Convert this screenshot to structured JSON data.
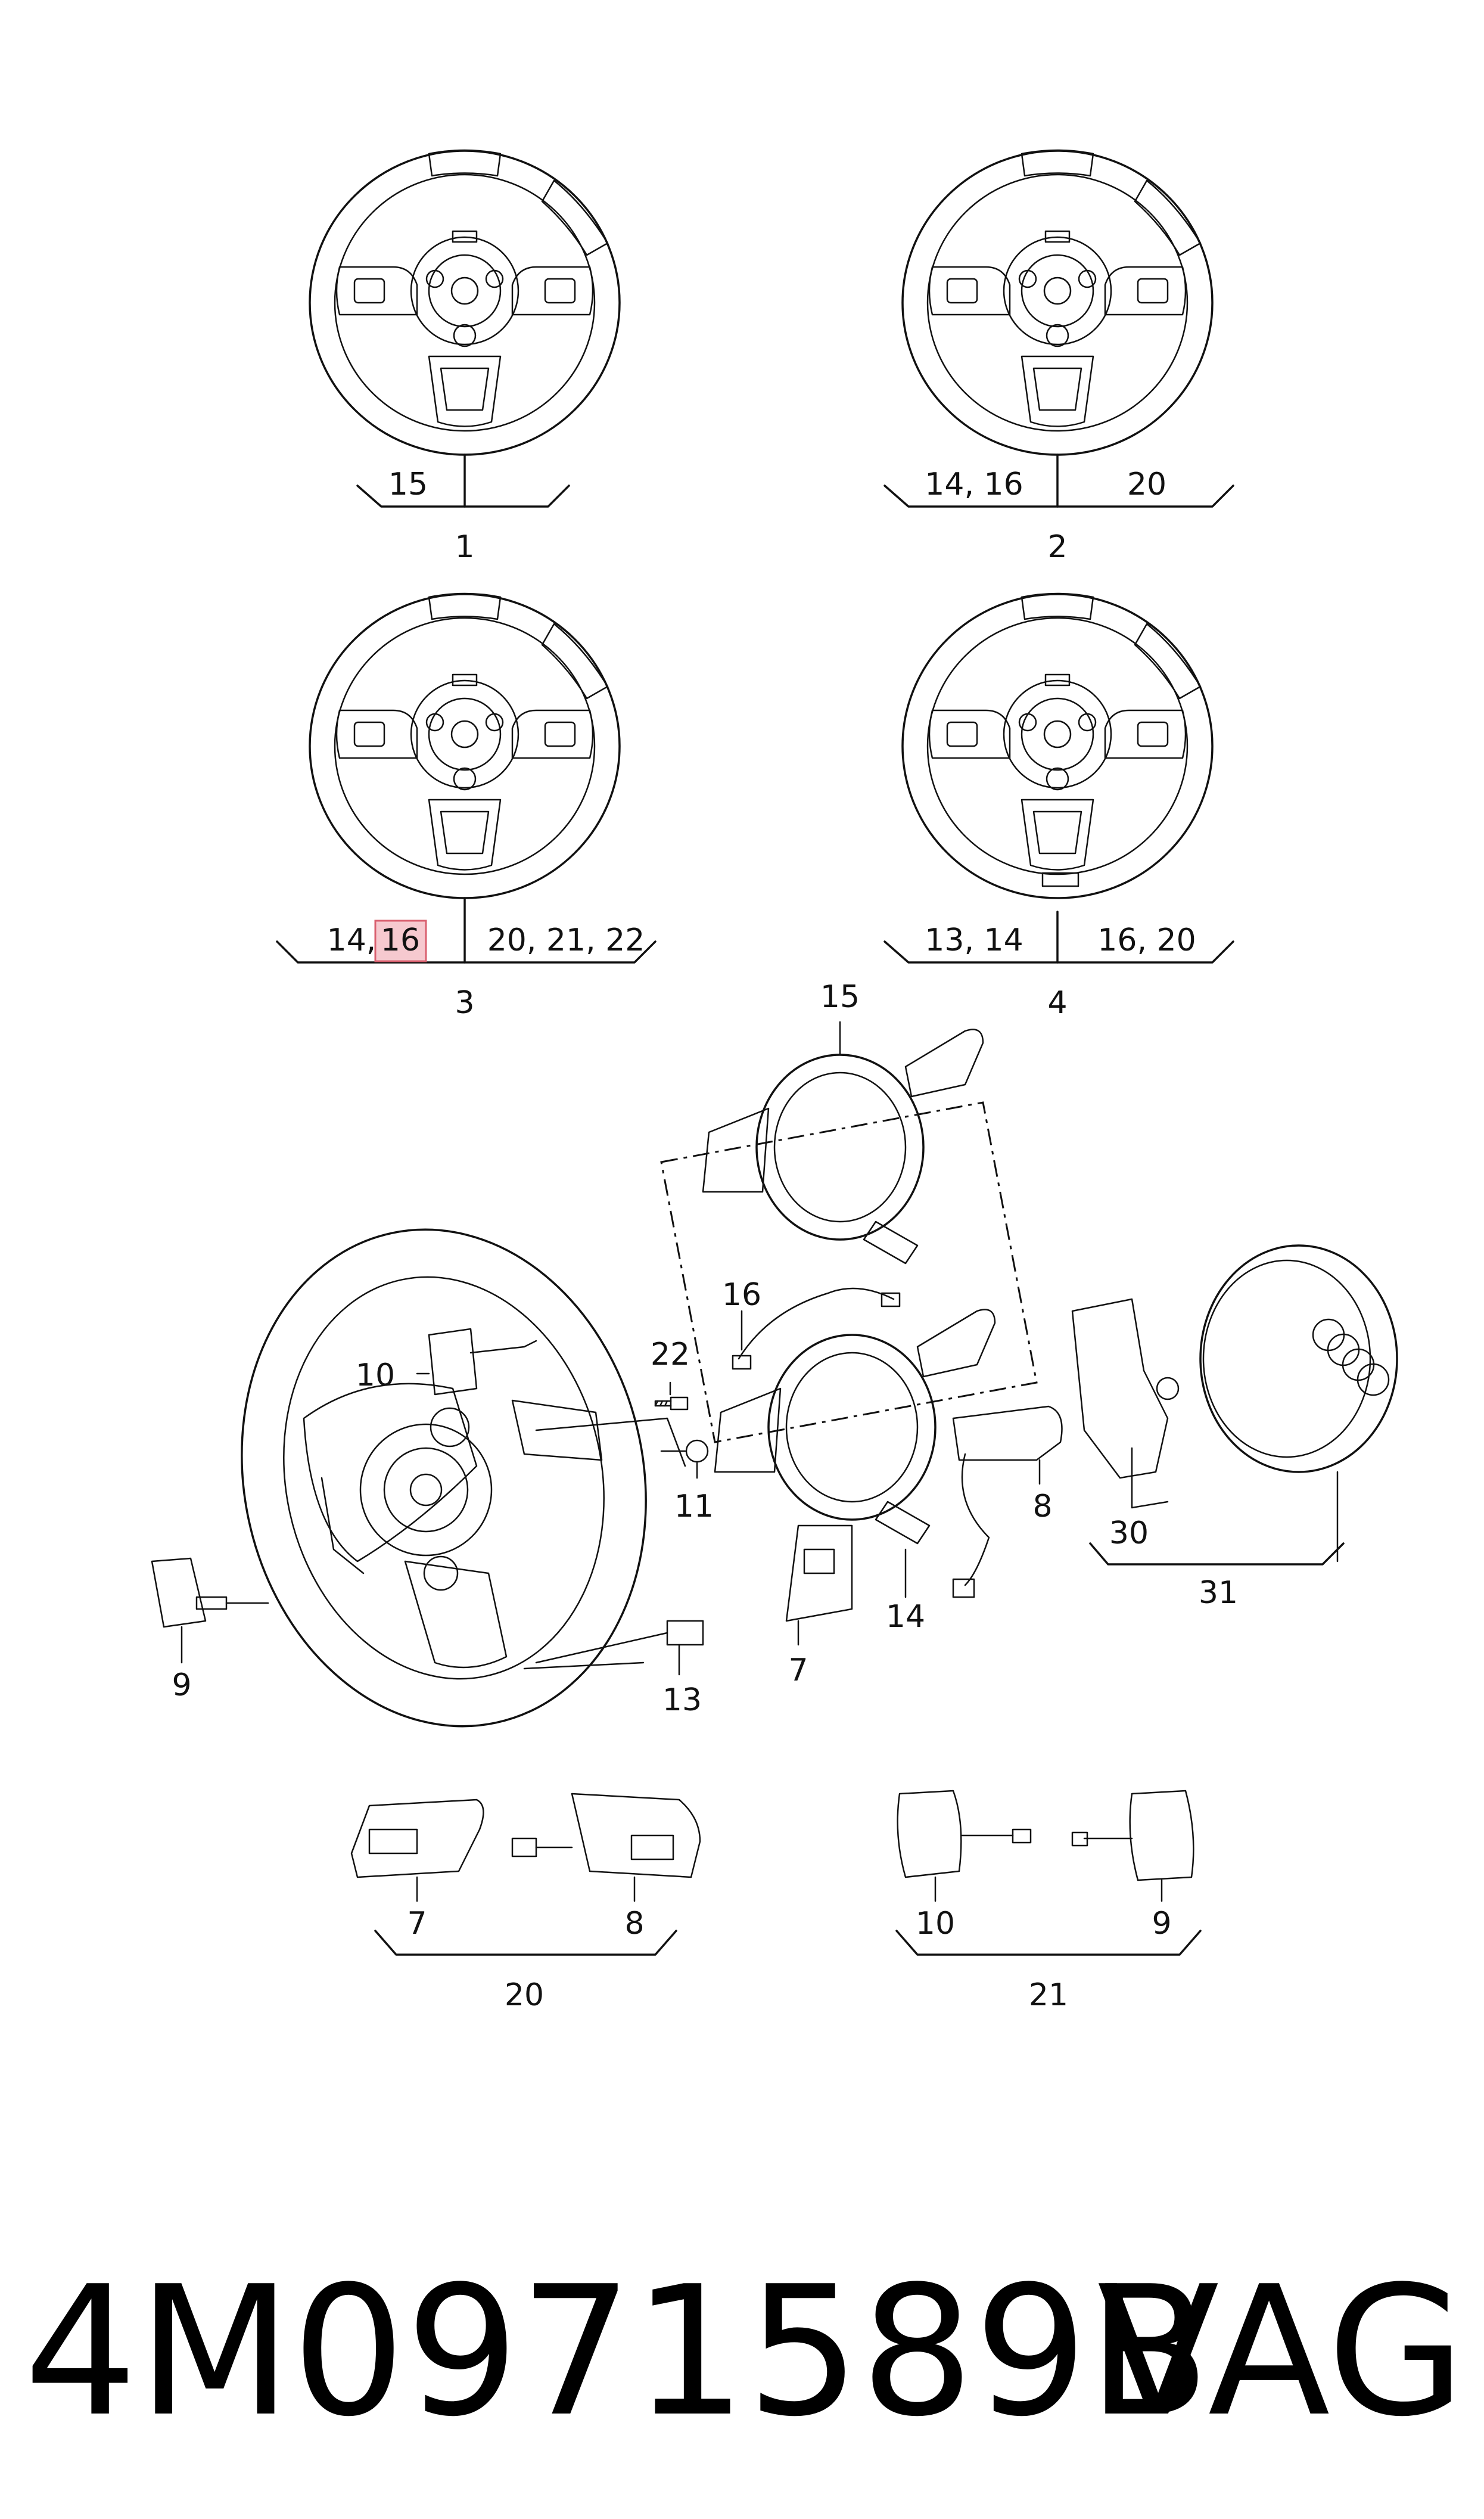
{
  "assemblies": {
    "a1": {
      "left": "15",
      "right": "",
      "number": "1"
    },
    "a2": {
      "left": "14, 16",
      "right": "20",
      "number": "2"
    },
    "a3": {
      "left_a": "14,",
      "left_b": "16",
      "right": "20, 21, 22",
      "number": "3"
    },
    "a4": {
      "left": "13, 14",
      "right": "16, 20",
      "number": "4"
    }
  },
  "exploded": {
    "p15": "15",
    "p16": "16",
    "p22": "22",
    "p10": "10",
    "p11": "11",
    "p8": "8",
    "p30": "30",
    "p31": "31",
    "p14": "14",
    "p7": "7",
    "p9": "9",
    "p13": "13"
  },
  "subgroups": {
    "g20": {
      "a": "7",
      "b": "8",
      "total": "20"
    },
    "g21": {
      "a": "10",
      "b": "9",
      "total": "21"
    }
  },
  "footer": {
    "part_number": "4M0971589B",
    "brand": "VAG"
  },
  "highlight_color": "#f6c9cf"
}
